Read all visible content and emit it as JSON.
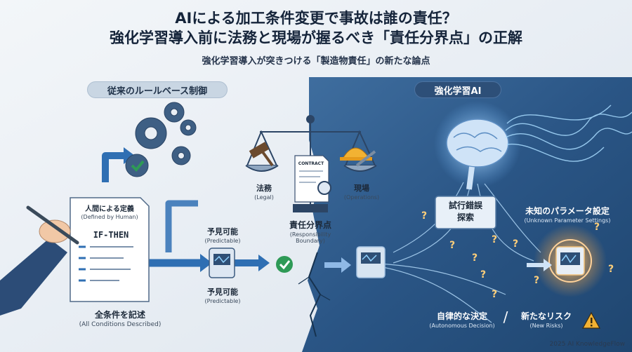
{
  "header": {
    "title_line1": "AIによる加工条件変更で事故は誰の責任？",
    "title_line2": "強化学習導入前に法務と現場が握るべき「責任分界点」の正解",
    "subtitle": "強化学習導入が突きつける「製造物責任」の新たな論点"
  },
  "left_panel": {
    "heading": "従来のルールベース制御",
    "document_title": "人間による定義",
    "document_title_en": "(Defined by Human)",
    "document_rule": "IF-THEN",
    "all_conditions": "全条件を記述",
    "all_conditions_en": "(All Conditions Described)",
    "predictable_top": "予見可能",
    "predictable_top_en": "(Predictable)",
    "predictable_bottom": "予見可能",
    "predictable_bottom_en": "(Predictable)"
  },
  "center": {
    "legal": "法務",
    "legal_en": "(Legal)",
    "operations": "現場",
    "operations_en": "(Operations)",
    "contract": "CONTRACT",
    "boundary": "責任分界点",
    "boundary_en_1": "(Responsibility",
    "boundary_en_2": "Boundary)"
  },
  "right_panel": {
    "heading": "強化学習AI",
    "trial": "試行錯誤",
    "search": "探索",
    "unknown_params": "未知のパラメータ設定",
    "unknown_params_en": "(Unknown Parameter Settings)",
    "autonomous": "自律的な決定",
    "autonomous_en": "(Autonomous Decision)",
    "slash": "/",
    "new_risks": "新たなリスク",
    "new_risks_en": "(New Risks)"
  },
  "footer": {
    "credit": "2025 AI KnowledgeFlow"
  },
  "colors": {
    "left_bg": "#e9eef4",
    "right_bg": "#2a5585",
    "accent_blue": "#2f6fb3",
    "check_green": "#2e9a56",
    "warning": "#f2b233"
  },
  "icons": [
    "pen-hand-icon",
    "document-icon",
    "gear-icon",
    "scale-icon",
    "gavel-icon",
    "contract-icon",
    "hardhat-icon",
    "wrench-icon",
    "brain-icon",
    "machine-icon",
    "check-icon",
    "crack-icon",
    "question-icon",
    "warning-icon"
  ]
}
